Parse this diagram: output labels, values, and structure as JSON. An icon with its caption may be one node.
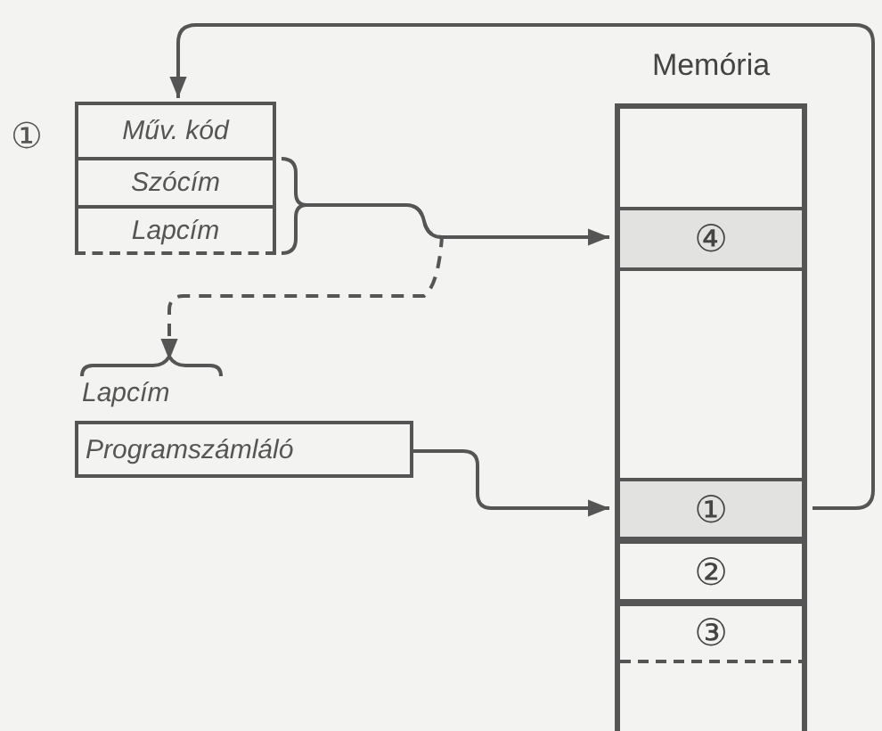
{
  "diagram": {
    "nodes": [
      {
        "text": [],
        "shape": "box",
        "beside": [
          "①"
        ]
      },
      {
        "text": [
          "Műv. kód"
        ],
        "in": 0
      },
      {
        "text": [
          "Szócím"
        ],
        "in": 0
      },
      {
        "text": [
          "Lapcím"
        ],
        "in": 0
      },
      {
        "text": [
          "Programszámláló"
        ],
        "beside": [
          "Lapcím"
        ]
      },
      {
        "text": [
          "Memória"
        ]
      },
      {
        "text": [
          "④"
        ],
        "in": 5
      },
      {
        "text": [
          "①"
        ],
        "in": 5
      },
      {
        "text": [
          "②"
        ],
        "in": 5
      },
      {
        "text": [
          "③"
        ],
        "in": 5
      },
      {
        "text": [],
        "shape": "brace"
      }
    ],
    "edges": [
      {
        "from": 7,
        "to": 0,
        "arrow": "to"
      },
      {
        "from": 10,
        "to": 6,
        "arrow": "to"
      },
      {
        "from": 10,
        "to": 4,
        "arrow": "to",
        "style": "dashed"
      },
      {
        "from": 4,
        "to": 7,
        "arrow": "to"
      }
    ]
  }
}
